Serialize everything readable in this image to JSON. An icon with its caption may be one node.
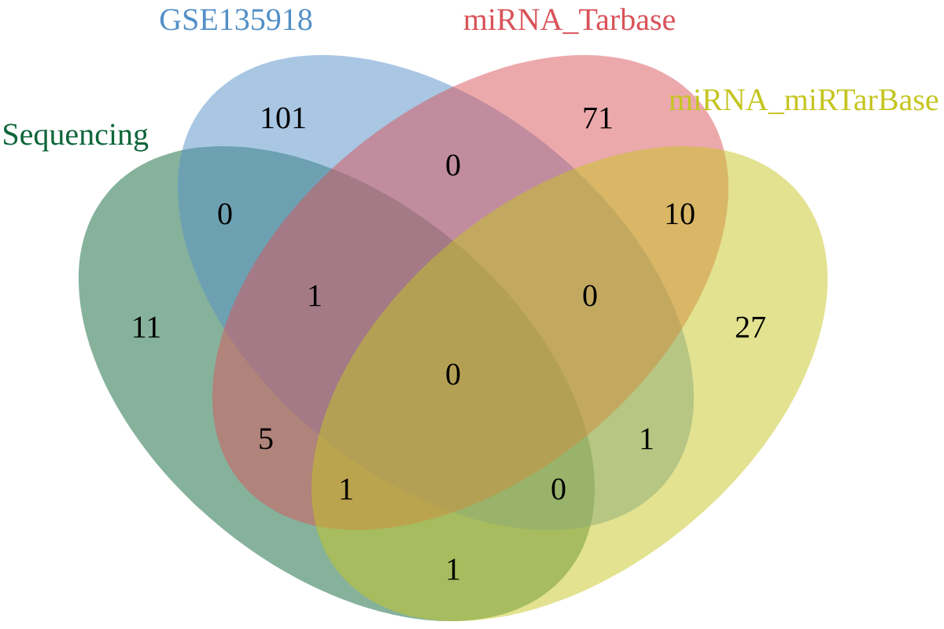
{
  "diagram": {
    "nodes": [
      {
        "text": [
          "Sequencing"
        ]
      },
      {
        "text": [
          "GSE135918"
        ]
      },
      {
        "text": [
          "miRNA_Tarbase"
        ]
      },
      {
        "text": [
          "miRNA_miRTarBase"
        ]
      }
    ],
    "labels": [
      "101",
      "71",
      "0",
      "0",
      "10",
      "1",
      "0",
      "11",
      "27",
      "0",
      "5",
      "1",
      "1",
      "0",
      "1"
    ]
  }
}
